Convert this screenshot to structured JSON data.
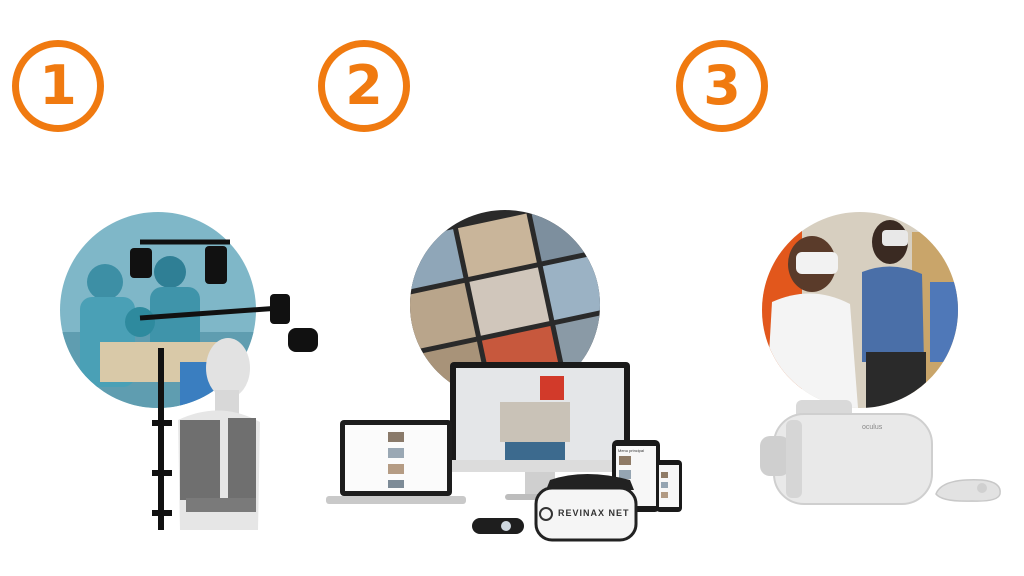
{
  "steps": [
    {
      "number": "1",
      "text_lines": [
        "",
        "",
        ""
      ]
    },
    {
      "number": "2",
      "text_lines": [
        "",
        "",
        ""
      ]
    },
    {
      "number": "3",
      "text_lines": [
        "",
        "",
        ""
      ]
    }
  ],
  "devices": {
    "headset_logo": "REVINAX NET",
    "phone_header": "Menu principal",
    "oculus_brand": "oculus"
  },
  "colors": {
    "accent": "#f07a10",
    "faded_text": "#e6e6e6"
  },
  "icons": [
    "number-one-badge",
    "number-two-badge",
    "number-three-badge"
  ]
}
